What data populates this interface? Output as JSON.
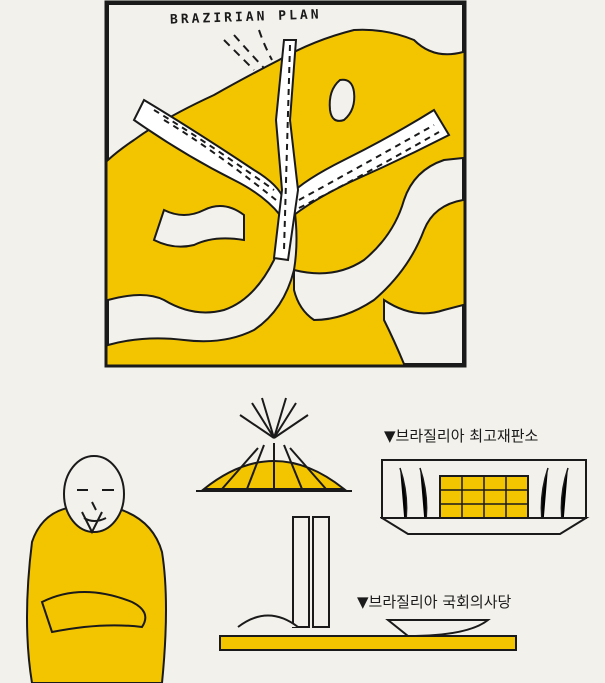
{
  "map": {
    "title": "BRAZIRIAN PLAN"
  },
  "captions": {
    "supreme_court": "▼브라질리아 최고재판소",
    "national_congress": "▼브라질리아 국회의사당"
  },
  "colors": {
    "background": "#f3f1ec",
    "accent_yellow": "#f3c400",
    "ink": "#1a1a1a"
  },
  "illustrations": [
    "brasilia-plan-map",
    "architect-portrait",
    "cathedral",
    "supreme-court",
    "national-congress"
  ]
}
